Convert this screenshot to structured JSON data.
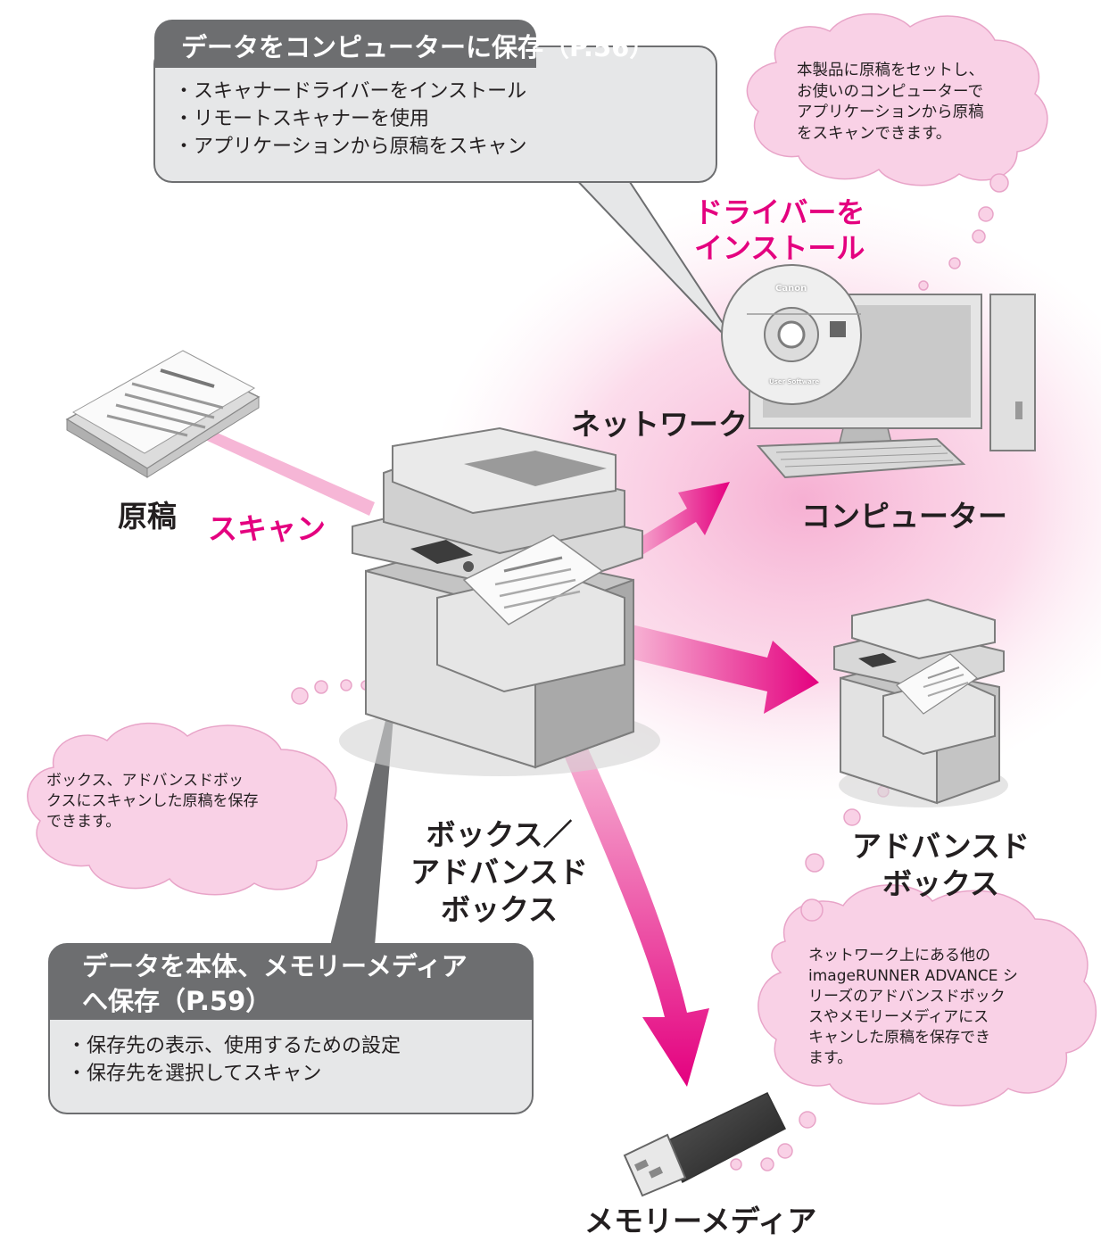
{
  "callouts": {
    "computer": {
      "title": "データをコンピューターに保存（P.56）",
      "items": [
        "・スキャナードライバーをインストール",
        "・リモートスキャナーを使用",
        "・アプリケーションから原稿をスキャン"
      ]
    },
    "memory": {
      "title_lines": [
        "データを本体、メモリーメディア",
        "へ保存（P.59）"
      ],
      "items": [
        "・保存先の表示、使用するための設定",
        "・保存先を選択してスキャン"
      ]
    }
  },
  "clouds": {
    "computer": [
      "本製品に原稿をセットし、",
      "お使いのコンピューターで",
      "アプリケーションから原稿",
      "をスキャンできます。"
    ],
    "box": [
      "ボックス、アドバンスドボッ",
      "クスにスキャンした原稿を保存",
      "できます。"
    ],
    "advanced": [
      "ネットワーク上にある他の",
      "imageRUNNER ADVANCE シ",
      "リーズのアドバンスドボック",
      "スやメモリーメディアにス",
      "キャンした原稿を保存でき",
      "ます。"
    ]
  },
  "labels": {
    "driver_install": [
      "ドライバーを",
      "インストール"
    ],
    "network": "ネットワーク",
    "computer": "コンピューター",
    "original": "原稿",
    "scan": "スキャン",
    "box": [
      "ボックス／",
      "アドバンスド",
      "ボックス"
    ],
    "advanced_box": [
      "アドバンスド",
      "ボックス"
    ],
    "memory_media": "メモリーメディア"
  },
  "cd": {
    "brand": "Canon",
    "caption": "User Software"
  },
  "colors": {
    "accent": "#e4007f",
    "callout_header": "#6d6e70",
    "callout_body": "#e6e7e8",
    "cloud": "#f9d1e6"
  }
}
